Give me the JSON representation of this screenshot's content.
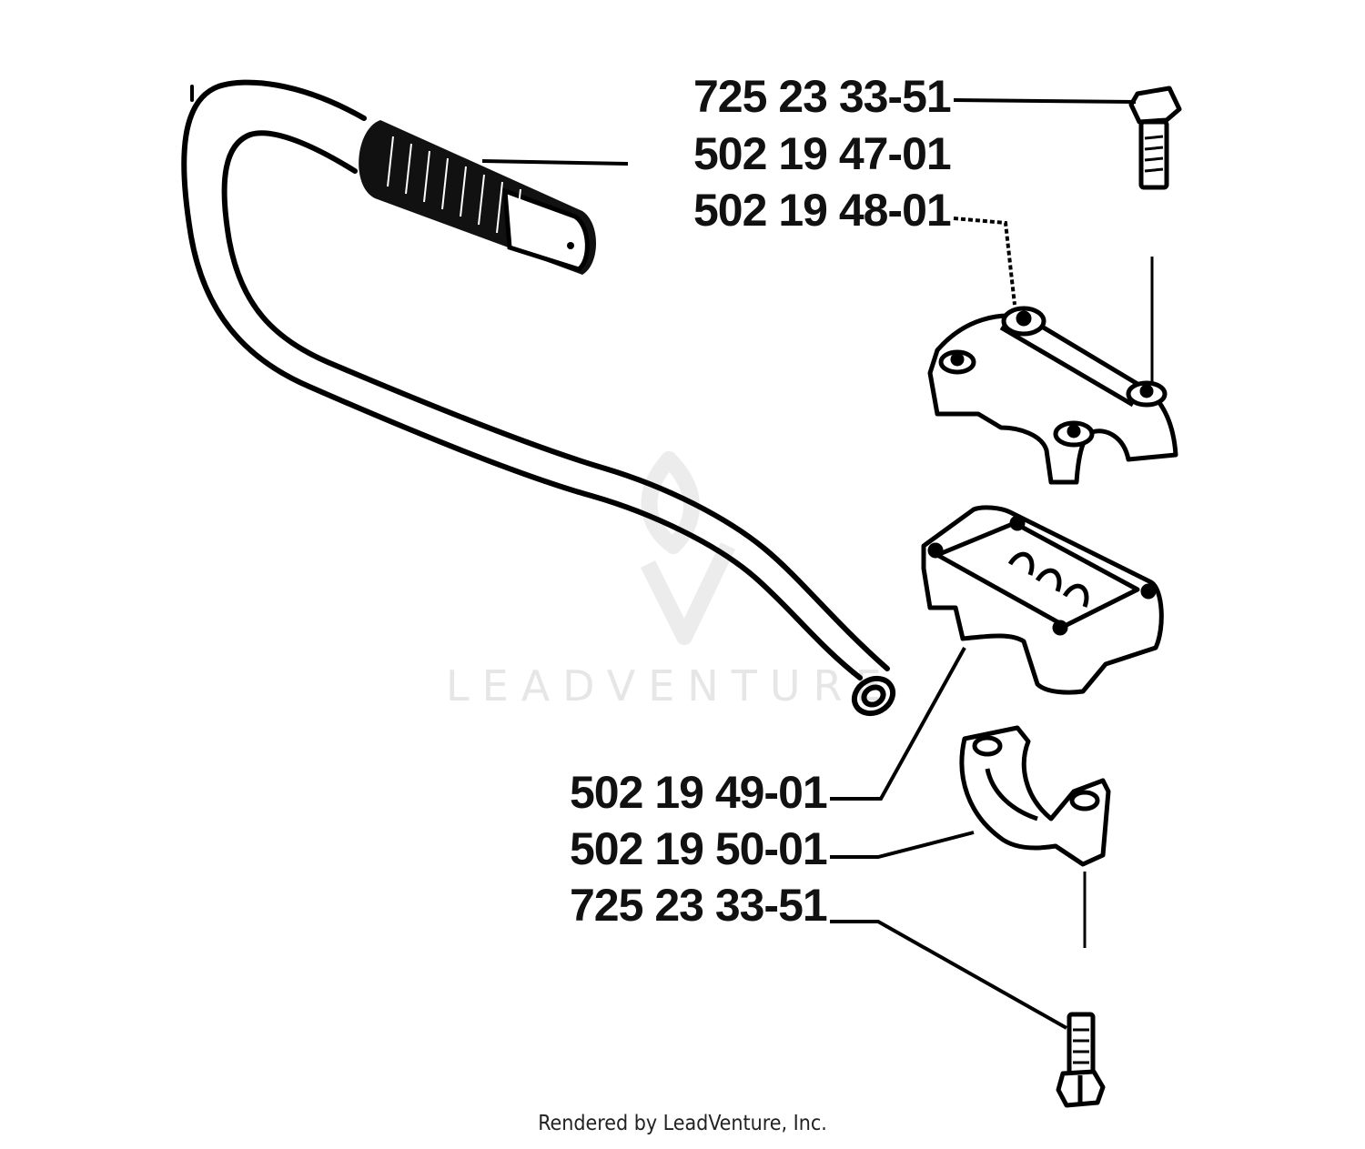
{
  "diagram": {
    "part_numbers": [
      "725 23 33-51",
      "502 19 47-01",
      "502 19 48-01",
      "502 19 49-01",
      "502 19 50-01",
      "725 23 33-51"
    ],
    "watermark": "LEADVENTURE",
    "footer": "Rendered by LeadVenture, Inc."
  }
}
